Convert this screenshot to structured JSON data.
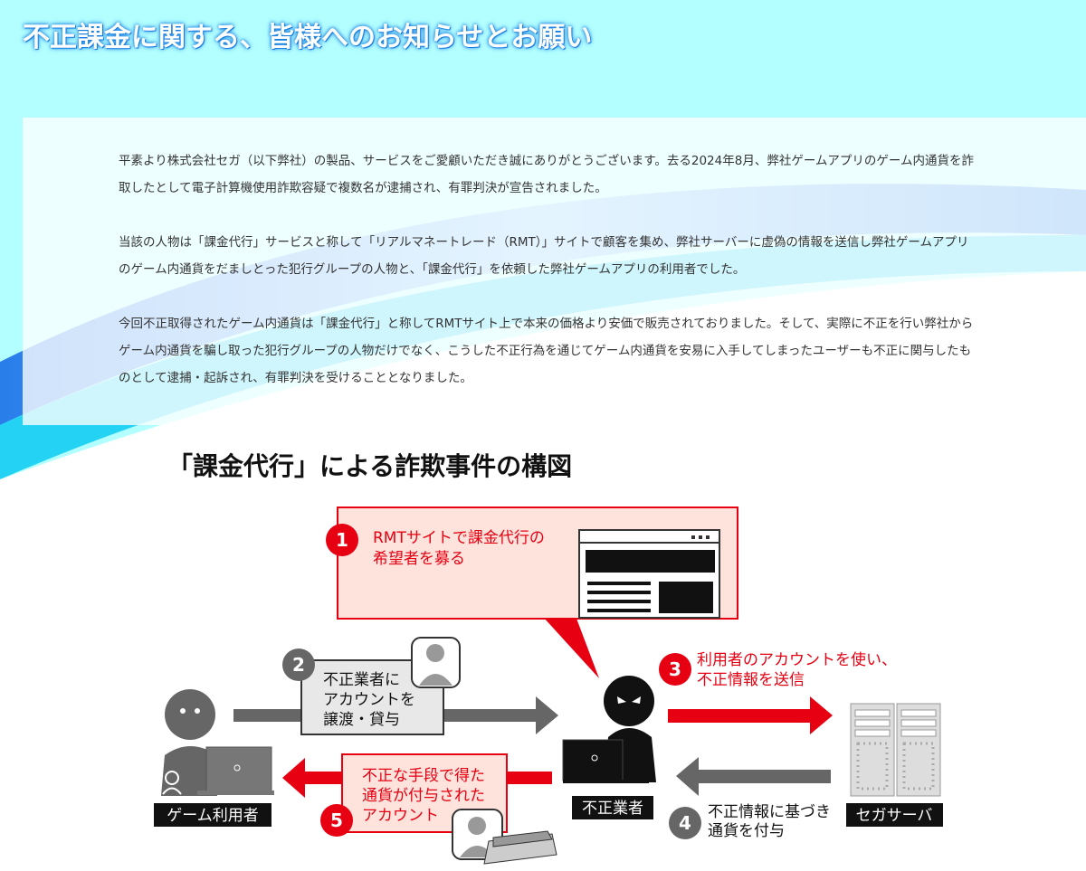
{
  "page": {
    "title": "不正課金に関する、皆様へのお知らせとお願い",
    "paragraphs": [
      "平素より株式会社セガ（以下弊社）の製品、サービスをご愛顧いただき誠にありがとうございます。去る2024年8月、弊社ゲームアプリのゲーム内通貨を詐取したとして電子計算機使用詐欺容疑で複数名が逮捕され、有罪判決が宣告されました。",
      "当該の人物は「課金代行」サービスと称して「リアルマネートレード（RMT）」サイトで顧客を集め、弊社サーバーに虚偽の情報を送信し弊社ゲームアプリのゲーム内通貨をだましとった犯行グループの人物と、「課金代行」を依頼した弊社ゲームアプリの利用者でした。",
      "今回不正取得されたゲーム内通貨は「課金代行」と称してRMTサイト上で本来の価格より安価で販売されておりました。そして、実際に不正を行い弊社からゲーム内通貨を騙し取った犯行グループの人物だけでなく、こうした不正行為を通じてゲーム内通貨を安易に入手してしまったユーザーも不正に関与したものとして逮捕・起訴され、有罪判決を受けることとなりました。"
    ]
  },
  "diagram": {
    "heading": "「課金代行」による詐欺事件の構図",
    "steps": [
      {
        "num": "1",
        "lines": [
          "RMTサイトで課金代行の",
          "希望者を募る"
        ]
      },
      {
        "num": "2",
        "lines": [
          "不正業者に",
          "アカウントを",
          "譲渡・貸与"
        ]
      },
      {
        "num": "3",
        "lines": [
          "利用者のアカウントを使い、",
          "不正情報を送信"
        ]
      },
      {
        "num": "4",
        "lines": [
          "不正情報に基づき",
          "通貨を付与"
        ]
      },
      {
        "num": "5",
        "lines": [
          "不正な手段で得た",
          "通貨が付与された",
          "アカウント"
        ]
      }
    ],
    "actors": {
      "user": "ゲーム利用者",
      "fraudster": "不正業者",
      "server": "セガサーバ"
    },
    "colors": {
      "red": "#e60012",
      "gray": "#666666",
      "pink": "#fde3dc",
      "cyan": "#b3ffff"
    }
  }
}
